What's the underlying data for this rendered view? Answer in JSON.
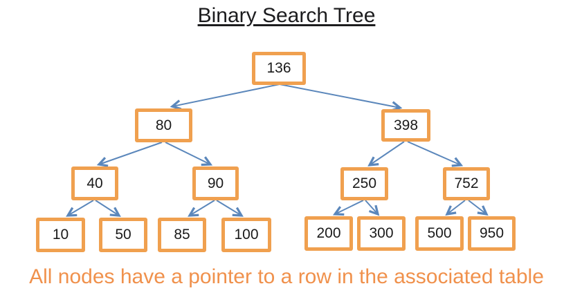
{
  "title": "Binary Search Tree",
  "caption": "All nodes have a pointer to a row in the associated table",
  "colors": {
    "node_border": "#F0A04F",
    "node_fill": "#FFFFFF",
    "node_text": "#1A1A1A",
    "arrow": "#5B87BB",
    "title_text": "#1C1C1E",
    "caption_text": "#F0914C"
  },
  "diagram_data": {
    "type": "binary-search-tree",
    "root": 136,
    "levels": [
      [
        136
      ],
      [
        80,
        398
      ],
      [
        40,
        90,
        250,
        752
      ],
      [
        10,
        50,
        85,
        100,
        200,
        300,
        500,
        950
      ]
    ],
    "edges": [
      [
        136,
        80
      ],
      [
        136,
        398
      ],
      [
        80,
        40
      ],
      [
        80,
        90
      ],
      [
        398,
        250
      ],
      [
        398,
        752
      ],
      [
        40,
        10
      ],
      [
        40,
        50
      ],
      [
        90,
        85
      ],
      [
        90,
        100
      ],
      [
        250,
        200
      ],
      [
        250,
        300
      ],
      [
        752,
        500
      ],
      [
        752,
        950
      ]
    ]
  },
  "tree": {
    "nodes": [
      {
        "value": "136"
      },
      {
        "value": "80"
      },
      {
        "value": "398"
      },
      {
        "value": "40"
      },
      {
        "value": "90"
      },
      {
        "value": "250"
      },
      {
        "value": "752"
      },
      {
        "value": "10"
      },
      {
        "value": "50"
      },
      {
        "value": "85"
      },
      {
        "value": "100"
      },
      {
        "value": "200"
      },
      {
        "value": "300"
      },
      {
        "value": "500"
      },
      {
        "value": "950"
      }
    ]
  }
}
